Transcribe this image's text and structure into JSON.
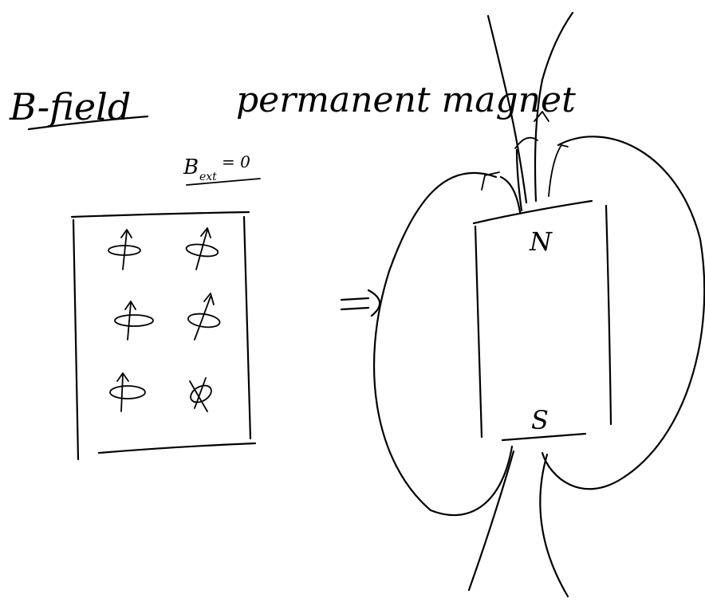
{
  "title": "B-field",
  "subtitle": "permanent magnet",
  "condition_label": "B_ext = 0",
  "condition_base": "B",
  "condition_sub": "ext",
  "condition_rest": "= 0",
  "arrow_symbol": "=>",
  "magnet": {
    "north_label": "N",
    "south_label": "S"
  },
  "dipoles": {
    "count": 6,
    "rows": 3,
    "cols": 2
  },
  "ink_color": "#000000",
  "background_color": "#ffffff"
}
